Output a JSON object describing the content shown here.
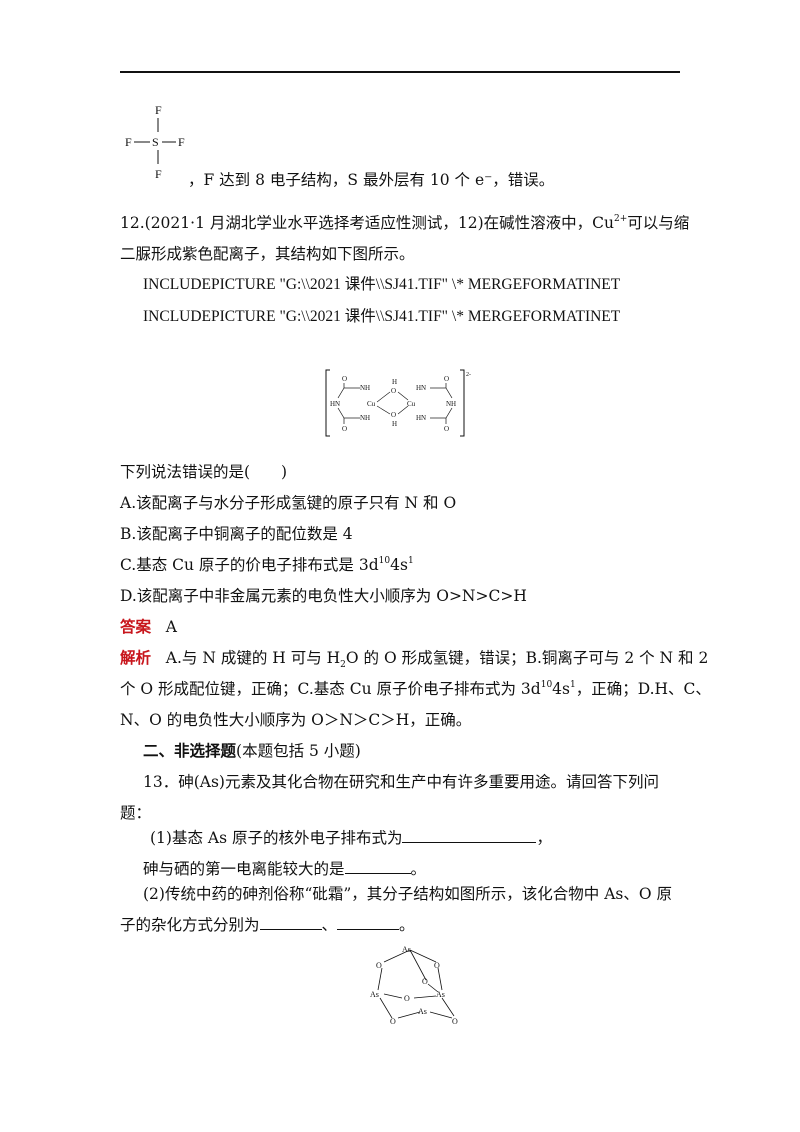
{
  "sf4": {
    "atom_S": "S",
    "atom_F": "F",
    "text": "，F 达到 8 电子结构，S 最外层有 10 个 e⁻，错误。"
  },
  "q12": {
    "stem1_a": "12.(2021·1 月湖北学业水平选择考适应性测试，12)在碱性溶液中，Cu",
    "stem1_sup": "2+",
    "stem1_b": "可以与缩",
    "stem2": "二脲形成紫色配离子，其结构如下图所示。",
    "include1": "INCLUDEPICTURE    \"G:\\\\2021 课件\\\\SJ41.TIF\"  \\*  MERGEFORMATINET",
    "include2": "INCLUDEPICTURE    \"G:\\\\2021 课件\\\\SJ41.TIF\"  \\*  MERGEFORMATINET",
    "structure": {
      "charge": "2-",
      "labels": {
        "O": "O",
        "H": "H",
        "NH": "NH",
        "HN": "HN",
        "Cu": "Cu"
      }
    },
    "prompt": "下列说法错误的是(　　)",
    "optA": "A.该配离子与水分子形成氢键的原子只有 N 和 O",
    "optB": "B.该配离子中铜离子的配位数是 4",
    "optC_a": "C.基态 Cu 原子的价电子排布式是 3d",
    "optC_sup1": "10",
    "optC_b": "4s",
    "optC_sup2": "1",
    "optD": "D.该配离子中非金属元素的电负性大小顺序为 O>N>C>H",
    "answer_label": "答案",
    "answer": "A",
    "analysis_label": "解析",
    "analysis1_a": "A.与 N 成键的 H 可与 H",
    "analysis1_sub": "2",
    "analysis1_b": "O 的 O 形成氢键，错误；B.铜离子可与 2 个 N 和 2",
    "analysis2_a": "个 O 形成配位键，正确；C.基态 Cu 原子价电子排布式为 3d",
    "analysis2_sup1": "10",
    "analysis2_b": "4s",
    "analysis2_sup2": "1",
    "analysis2_c": "，正确；D.H、C、",
    "analysis3": "N、O 的电负性大小顺序为 O＞N＞C＞H，正确。"
  },
  "section2": {
    "title": "二、非选择题",
    "note": "(本题包括 5 小题)"
  },
  "q13": {
    "stem1": "13．砷(As)元素及其化合物在研究和生产中有许多重要用途。请回答下列问",
    "stem2": "题：",
    "p1_a": "(1)基态 As 原子的核外电子排布式为",
    "p1_b": "，",
    "p1_c": "砷与硒的第一电离能较大的是",
    "p1_d": "。",
    "p2_a": "(2)传统中药的砷剂俗称“砒霜”，其分子结构如图所示，该化合物中 As、O 原",
    "p2_b": "子的杂化方式分别为",
    "p2_c": "、",
    "p2_d": "。",
    "as4o6": {
      "As": "As",
      "O": "O"
    }
  }
}
